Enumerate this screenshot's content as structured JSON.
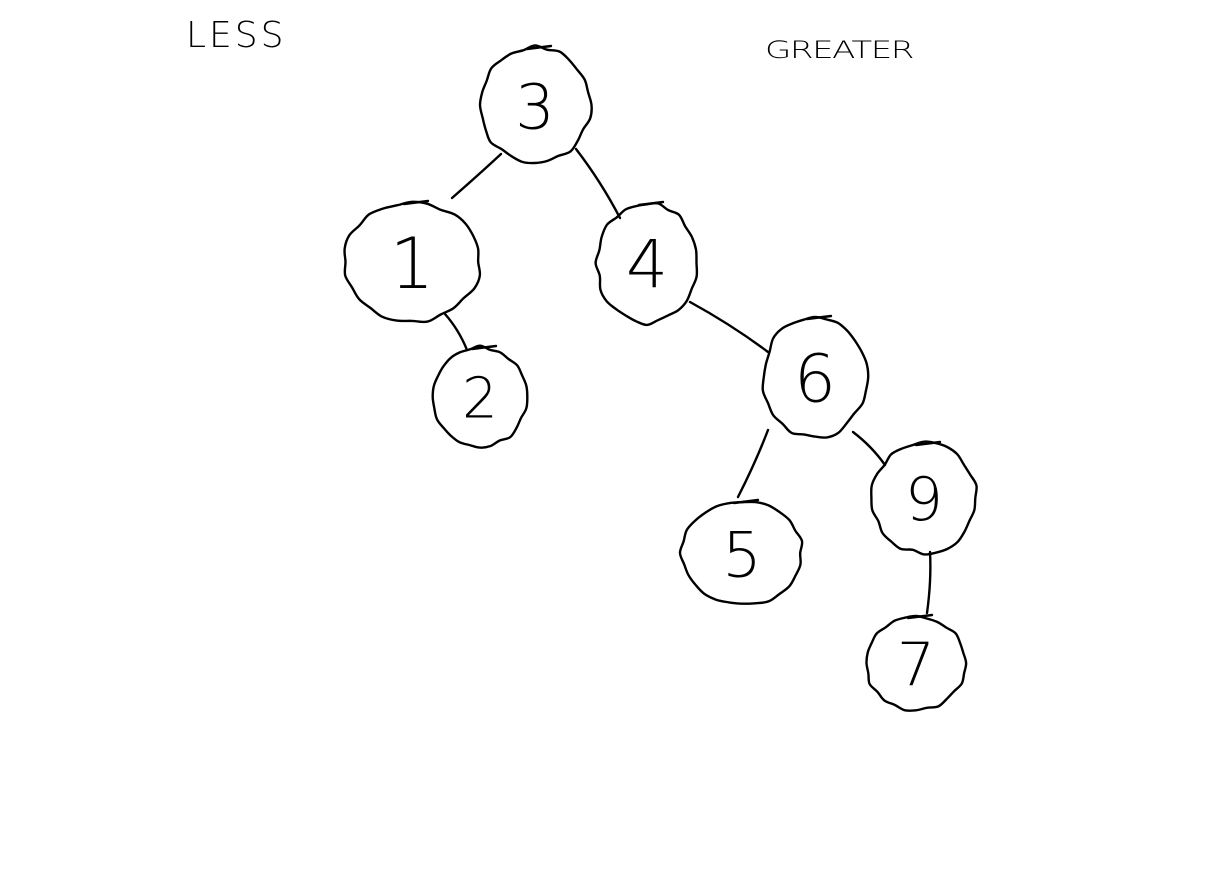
{
  "labels": {
    "less": "LESS",
    "greater": "GREATER"
  },
  "tree": {
    "nodes": [
      {
        "id": "n3",
        "value": "3"
      },
      {
        "id": "n1",
        "value": "1"
      },
      {
        "id": "n4",
        "value": "4"
      },
      {
        "id": "n2",
        "value": "2"
      },
      {
        "id": "n6",
        "value": "6"
      },
      {
        "id": "n5",
        "value": "5"
      },
      {
        "id": "n9",
        "value": "9"
      },
      {
        "id": "n7",
        "value": "7"
      }
    ],
    "edges": [
      {
        "from": "n3",
        "to": "n1"
      },
      {
        "from": "n3",
        "to": "n4"
      },
      {
        "from": "n1",
        "to": "n2"
      },
      {
        "from": "n4",
        "to": "n6"
      },
      {
        "from": "n6",
        "to": "n5"
      },
      {
        "from": "n6",
        "to": "n9"
      },
      {
        "from": "n9",
        "to": "n7"
      }
    ]
  }
}
